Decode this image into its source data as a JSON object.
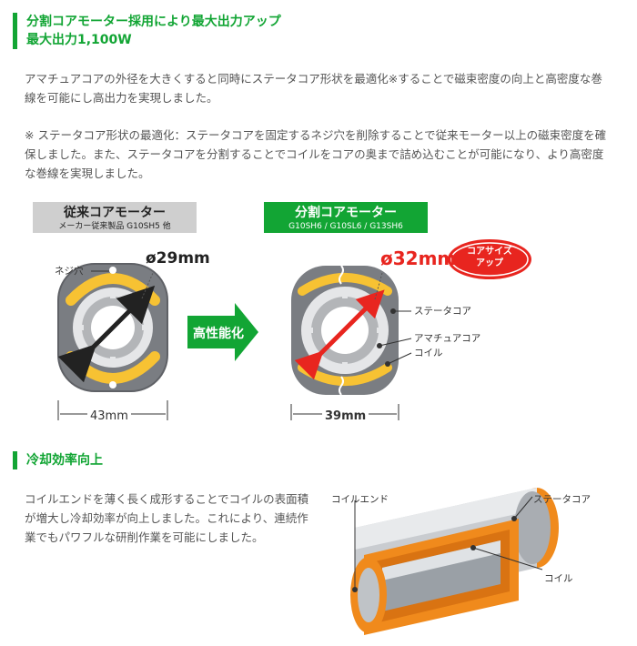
{
  "section1": {
    "title_line1": "分割コアモーター採用により最大出力アップ",
    "title_line2": "最大出力1,100W",
    "paragraph1_line1": "アマチュアコアの外径を大きくすると同時にステータコア形状を最適化※することで磁束密度の向上と高密度な巻",
    "paragraph1_line2": "線を可能にし高出力を実現しました。",
    "note_line1": "※ ステータコア形状の最適化：ステータコアを固定するネジ穴を削除することで従来モーター以上の磁束密度を確",
    "note_line2": "保しました。また、ステータコアを分割することでコイルをコアの奥まで詰め込むことが可能になり、より高密度",
    "note_line3": "な巻線を実現しました。"
  },
  "diagram": {
    "conventional_title": "従来コアモーター",
    "conventional_sub": "メーカー従来製品 G10SH5 他",
    "split_title": "分割コアモーター",
    "split_sub": "G10SH6 / G10SL6 / G13SH6",
    "screw_hole_label": "ネジ穴",
    "dia_conventional": "ø29mm",
    "dia_split": "ø32mm",
    "badge_line1": "コアサイズ",
    "badge_line2": "アップ",
    "arrow_label": "高性能化",
    "stator_label": "ステータコア",
    "armature_label": "アマチュアコア",
    "coil_label": "コイル",
    "width_conventional": "43mm",
    "width_split": "39mm"
  },
  "section2": {
    "title": "冷却効率向上",
    "para_line1": "コイルエンドを薄く長く成形することでコイルの表面積",
    "para_line2": "が増大し冷却効率が向上しました。これにより、連続作",
    "para_line3": "業でもパワフルな研削作業を可能にしました。",
    "coil_end_label": "コイルエンド",
    "stator_label": "ステータコア",
    "coil_label": "コイル"
  },
  "colors": {
    "green": "#12a534",
    "gray_label": "#cfcfcf",
    "coil_yellow": "#f7c233",
    "core_gray": "#7a7d82",
    "red": "#e8251f",
    "orange": "#f08a1c"
  }
}
